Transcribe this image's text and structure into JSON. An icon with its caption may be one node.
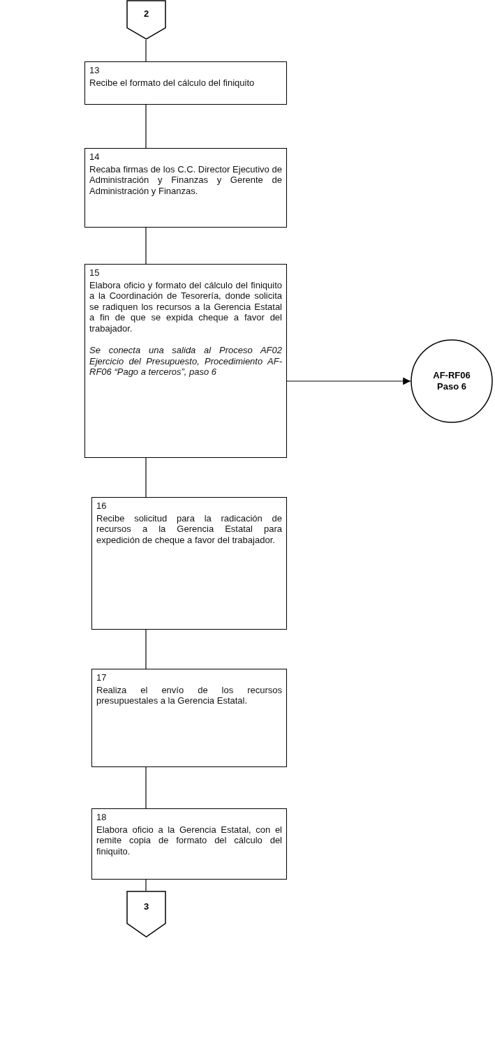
{
  "diagram": {
    "nodes": [
      {
        "text": [
          "2"
        ]
      },
      {
        "text": [
          "13",
          "Recibe el formato del cálculo del finiquito"
        ]
      },
      {
        "text": [
          "14",
          "Recaba firmas de los C.C. Director Ejecutivo de Administración y Finanzas y Gerente de Administración y Finanzas."
        ]
      },
      {
        "text": [
          "15",
          "Elabora oficio y formato del cálculo del finiquito a la Coordinación de Tesorería, donde solicita se radiquen los recursos a la Gerencia Estatal a fin de que se expida cheque a favor del trabajador.",
          "Se conecta una salida al Proceso AF02 Ejercicio del Presupuesto, Procedimiento AF-RF06 “Pago a terceros”, paso 6"
        ]
      },
      {
        "text": [
          "AF-RF06 Paso 6"
        ]
      },
      {
        "text": [
          "16",
          "Recibe solicitud para la radicación de recursos a la Gerencia Estatal para expedición de cheque a favor del trabajador."
        ]
      },
      {
        "text": [
          "17",
          "Realiza el envío de los recursos presupuestales a la Gerencia Estatal."
        ]
      },
      {
        "text": [
          "18",
          "Elabora oficio a la Gerencia Estatal, con el remite copia de formato del cálculo del finiquito."
        ]
      },
      {
        "text": [
          "3"
        ]
      }
    ],
    "edges": [
      {
        "from": 0,
        "to": 1,
        "arrow": "none"
      },
      {
        "from": 1,
        "to": 2,
        "arrow": "none"
      },
      {
        "from": 2,
        "to": 3,
        "arrow": "none"
      },
      {
        "from": 3,
        "to": 4,
        "arrow": "to"
      },
      {
        "from": 3,
        "to": 5,
        "arrow": "none"
      },
      {
        "from": 5,
        "to": 6,
        "arrow": "none"
      },
      {
        "from": 6,
        "to": 7,
        "arrow": "none"
      },
      {
        "from": 7,
        "to": 8,
        "arrow": "none"
      }
    ]
  }
}
